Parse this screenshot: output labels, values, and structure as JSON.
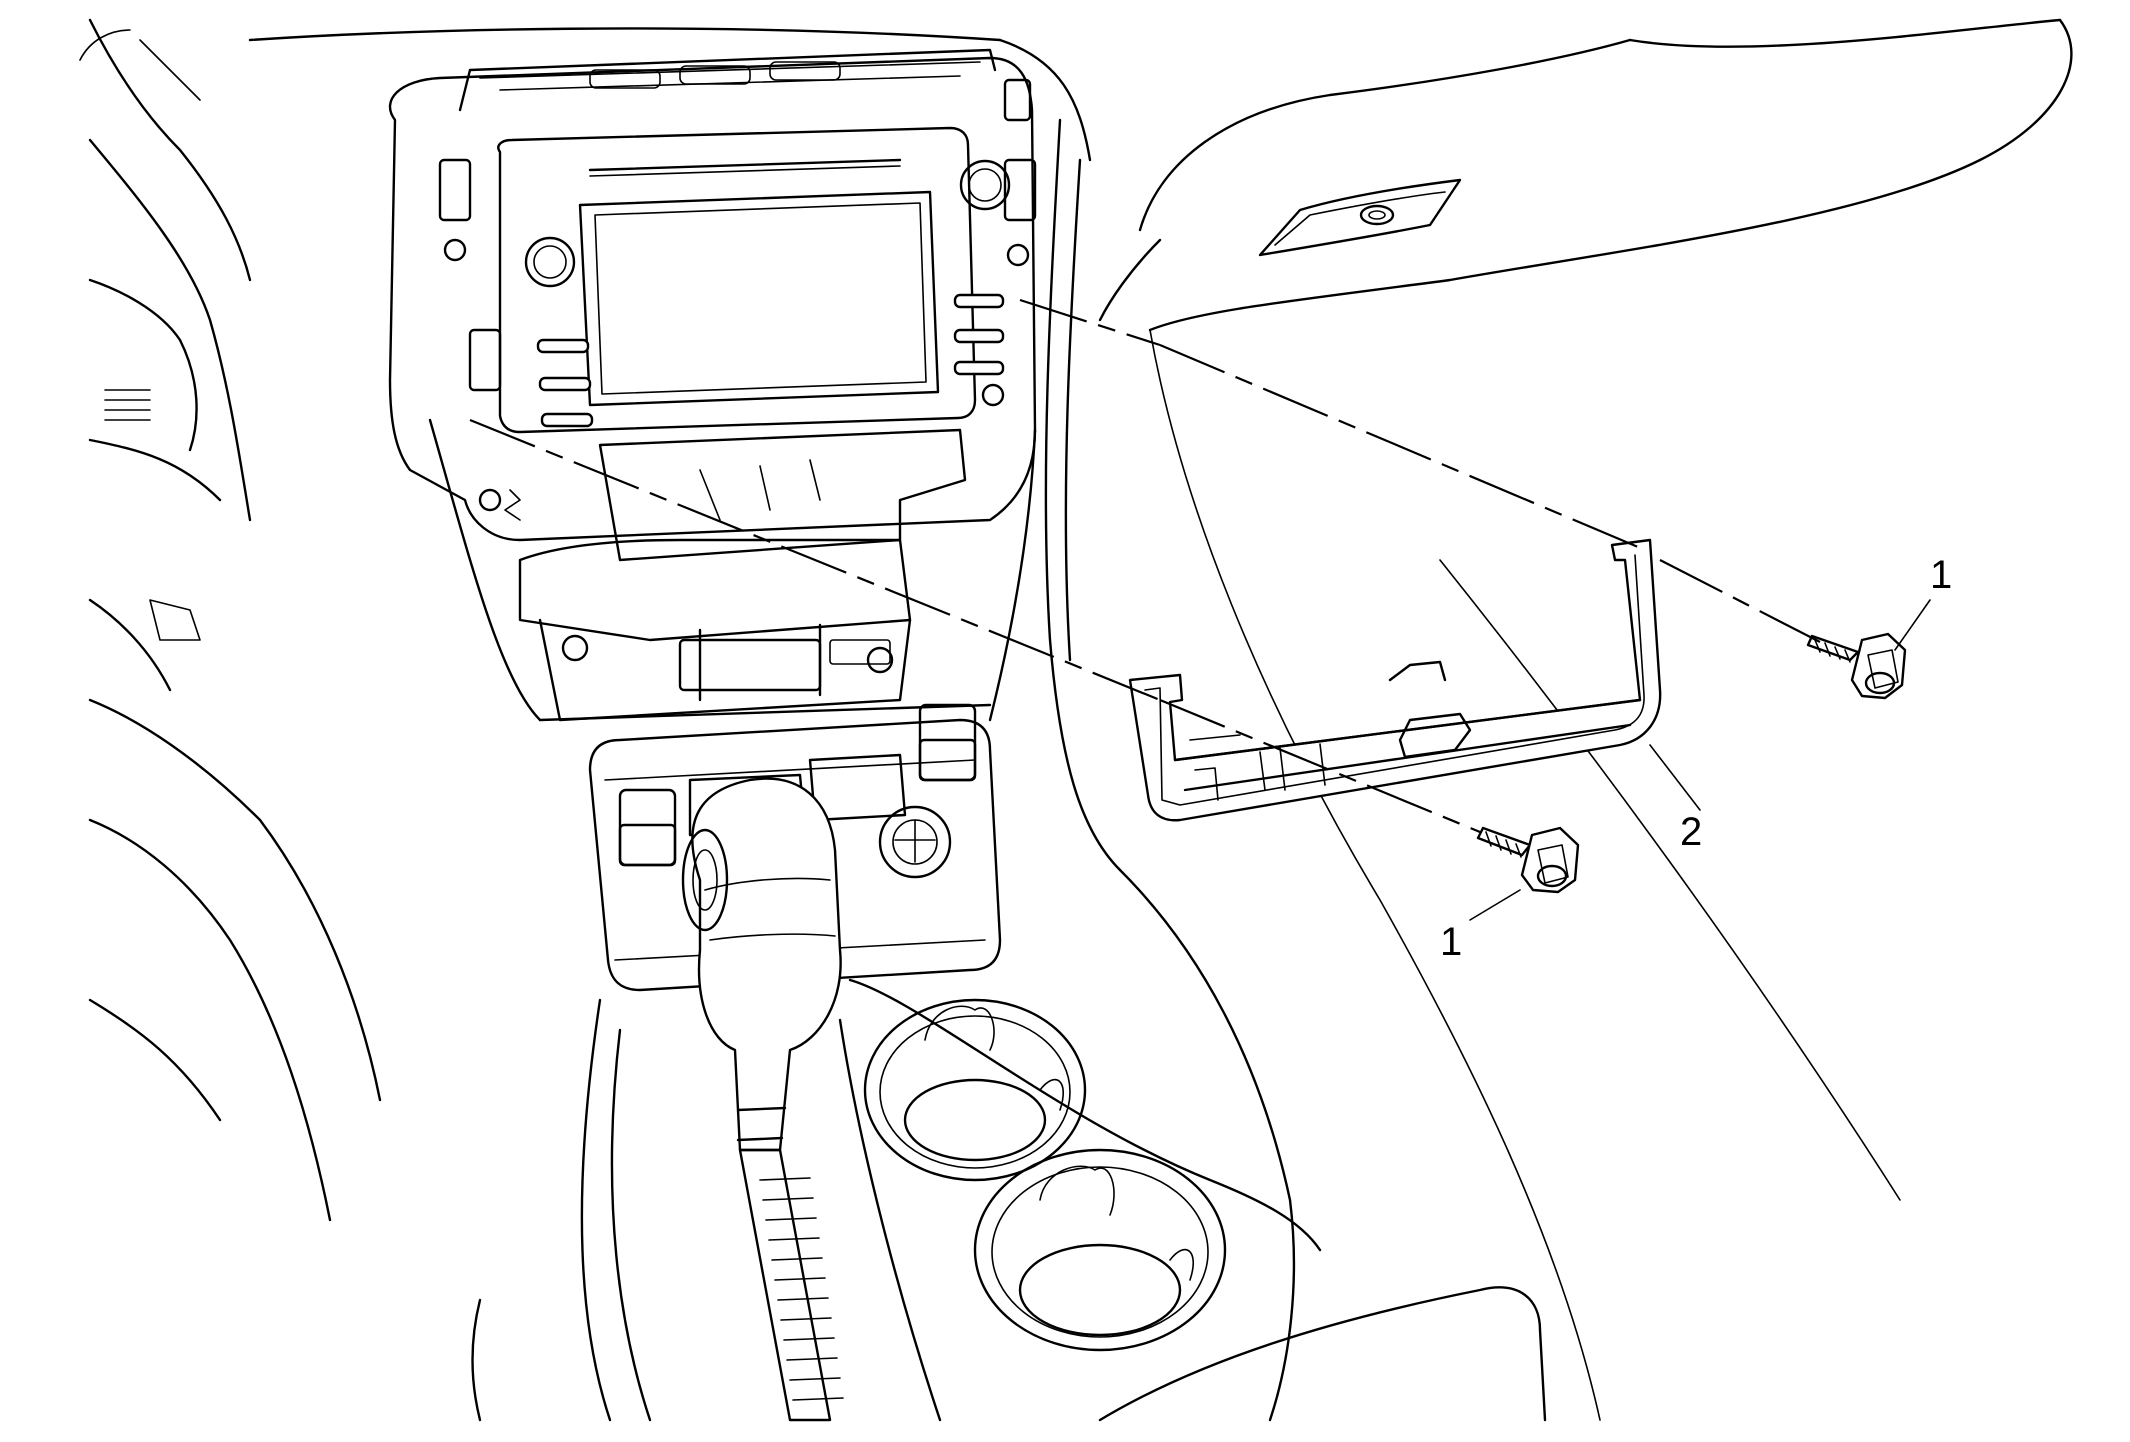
{
  "callouts": {
    "bolt_upper_right": "1",
    "bolt_lower": "1",
    "bracket": "2"
  }
}
